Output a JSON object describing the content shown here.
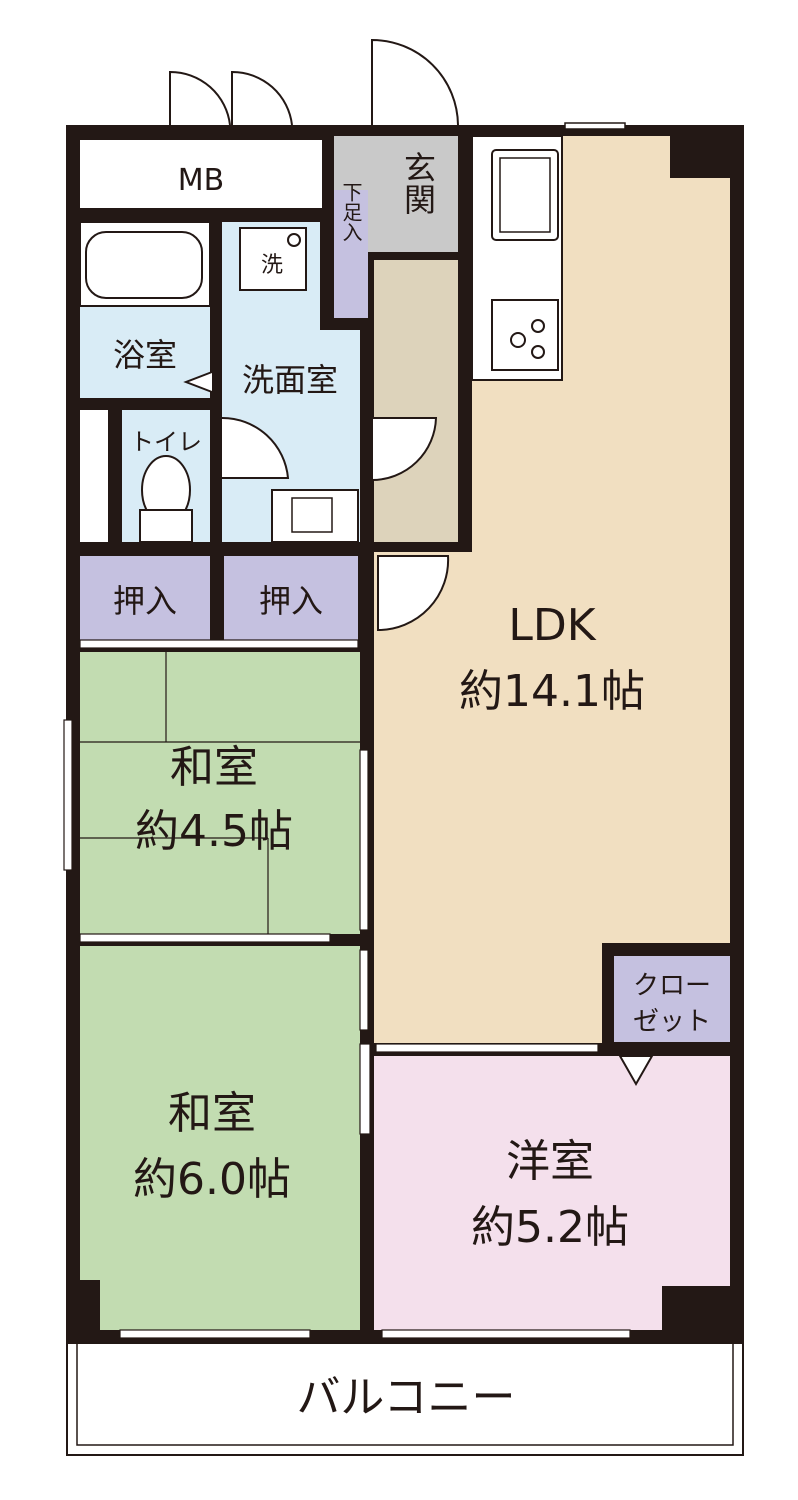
{
  "colors": {
    "wall": "#231815",
    "ldk": "#f1dfc1",
    "genkan": "#c9c9c9",
    "corridor": "#ddd3bb",
    "wet": "#d9ecf6",
    "storage": "#c5c1e0",
    "washitsu": "#c2dcb1",
    "youshitsu": "#f4e0ec",
    "balcony": "#ffffff"
  },
  "rooms": {
    "mb": "MB",
    "genkan": "玄関",
    "shoe_box": "下足入",
    "bath": "浴室",
    "washroom": "洗面室",
    "washer": "洗",
    "toilet": "トイレ",
    "oshiire_1": "押入",
    "oshiire_2": "押入",
    "ldk": {
      "name": "LDK",
      "size": "約14.1帖"
    },
    "washitsu_1": {
      "name": "和室",
      "size": "約4.5帖"
    },
    "washitsu_2": {
      "name": "和室",
      "size": "約6.0帖"
    },
    "youshitsu": {
      "name": "洋室",
      "size": "約5.2帖"
    },
    "closet": {
      "line1": "クロー",
      "line2": "ゼット"
    },
    "balcony": "バルコニー"
  }
}
